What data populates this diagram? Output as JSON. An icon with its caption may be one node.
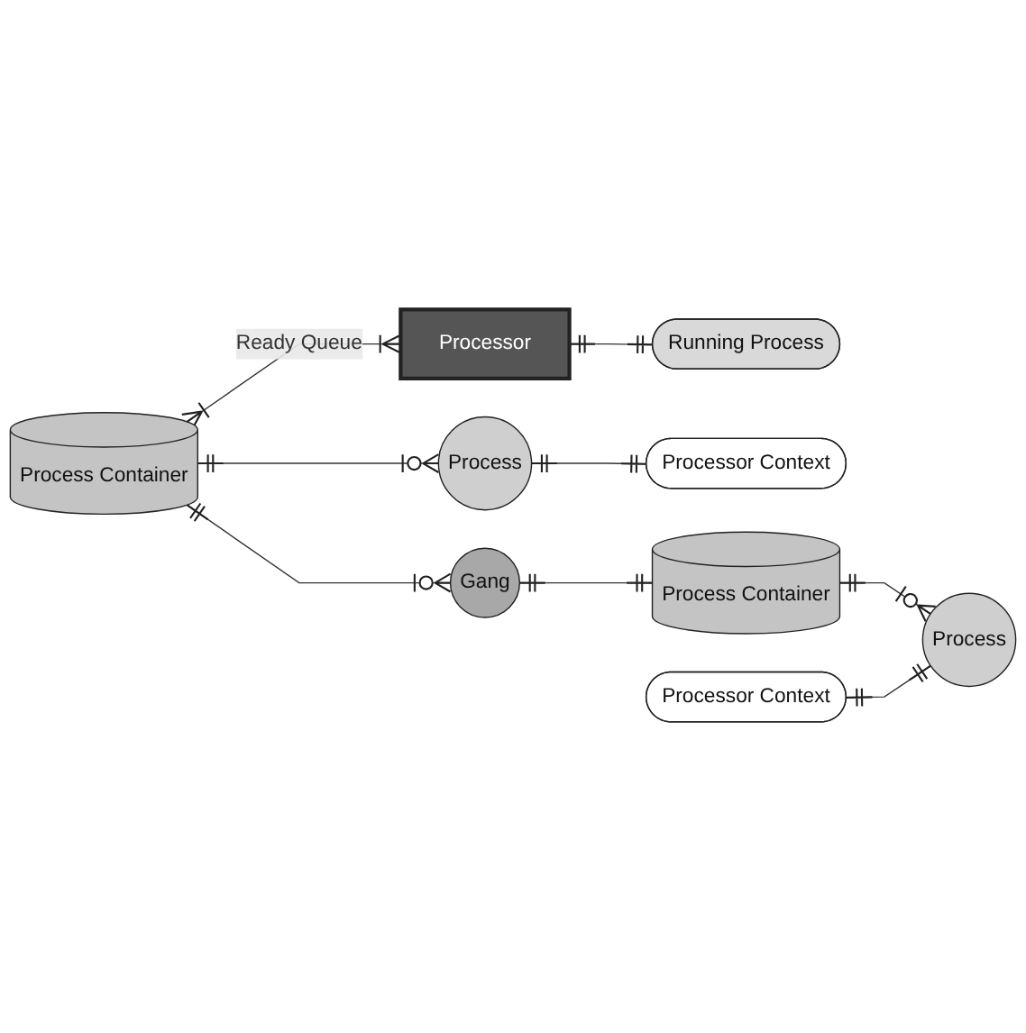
{
  "diagram": {
    "nodes": [
      {
        "text": [
          "Processor"
        ]
      },
      {
        "text": [
          "Running Process"
        ]
      },
      {
        "text": [
          "Process Container"
        ]
      },
      {
        "text": [
          "Process"
        ]
      },
      {
        "text": [
          "Processor Context"
        ]
      },
      {
        "text": [
          "Gang"
        ]
      },
      {
        "text": [
          "Process Container"
        ]
      },
      {
        "text": [
          "Processor Context"
        ]
      },
      {
        "text": [
          "Process"
        ]
      }
    ],
    "edges": [
      {
        "from": 0,
        "to": 1,
        "arrow": "other"
      },
      {
        "from": 2,
        "to": 0,
        "arrow": "other",
        "label": "Ready Queue"
      },
      {
        "from": 2,
        "to": 3,
        "arrow": "other"
      },
      {
        "from": 3,
        "to": 4,
        "arrow": "other"
      },
      {
        "from": 2,
        "to": 5,
        "arrow": "other"
      },
      {
        "from": 5,
        "to": 6,
        "arrow": "other"
      },
      {
        "from": 6,
        "to": 8,
        "arrow": "other"
      },
      {
        "from": 7,
        "to": 8,
        "arrow": "other"
      }
    ]
  }
}
